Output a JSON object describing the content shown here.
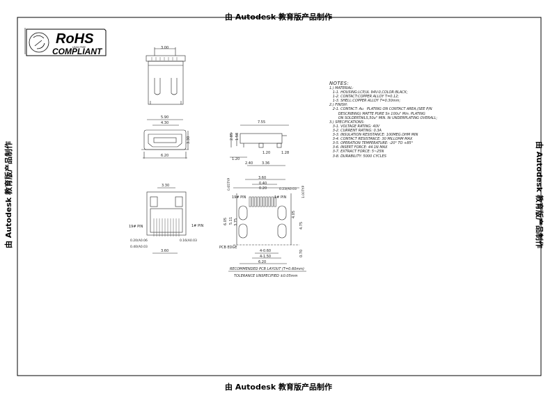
{
  "stamp_text": "由 Autodesk 教育版产品制作",
  "rohs": {
    "main": "RoHS",
    "sub": "COMPLIANT",
    "tiny": "LEAD FREE"
  },
  "dims": {
    "top_width": "3.00",
    "front_outer": "5.90",
    "front_inner": "4.30",
    "front_bottom": "6.20",
    "front_height": "3.30",
    "side_length": "7.55",
    "side_h1": "2.85",
    "side_h2": "1.58",
    "side_left": "1.20",
    "side_mid": "1.20",
    "side_right": "1.28",
    "side_b1": "2.40",
    "side_b2": "3.36",
    "bottom_top": "3.30",
    "pin19": "19# PIN",
    "pin1": "1# PIN",
    "tol1": "0.20(A0.06",
    "tol2": "0.16(A0.03",
    "tol3": "0.40(A0.03",
    "bottom_width": "3.60",
    "pcb_top": "3.60",
    "pcb_040": "0.40",
    "pcb_020": "0.20",
    "pcb_tol": "0.23(A0.03",
    "pcb_left_v": "0.65TYP",
    "pcb_right_v": "1.00TYP",
    "pcb_pin19": "19# PIN",
    "pcb_pin1": "1# PIN",
    "pcb_h1": "6.05",
    "pcb_h2": "5.11",
    "pcb_h3": "3.75",
    "pcb_r1": "4.05",
    "pcb_r2": "4.75",
    "pcb_r3": "0.70",
    "pcb_edge": "PCB EDGE",
    "pcb_b1": "4-0.60",
    "pcb_b2": "4-1.50",
    "pcb_b3": "6.20",
    "pcb_caption": "RECOMMENDED   PCB LAYOUT (T=0.60mm)",
    "pcb_tolerance": "TOLERANCE UNSPECIFIED ±0.05mm"
  },
  "notes": {
    "title": "NOTES:",
    "lines": [
      "1.) MATERIAL:",
      "   1-1. HOUSING:LCP,UL 94V-0,COLOR:BLACK;",
      "   1-2. CONTACT:COPPER ALLOY T=0.12;",
      "   1-3. SHELL:COPPER ALLOY T=0.30mm;",
      "2.) FINISH:",
      "   2-1. CONTACT: Au   PLATING ON CONTACT AREA,(SEE P/N",
      "        DESCRIBING) MATTE PURE Sn 100u\" Min. PLATING",
      "        ON SOLDERTAILS,50u\" MIN. Ni UNDERPLATING OVERALL;",
      "3.) SPECIFICATIONS:",
      "   3-1. VOLTAGE RATING: 40V",
      "   3-2. CURRENT RATING: 0.3A",
      "   3-3. INSULATION RESISTANCE: 100MEG.OHM MIN",
      "   3-4. CONTACT RESISTANCE: 30 MILLOHM MAX",
      "   3-5. OPERATION TEMPERATURE: -20° TO +85°",
      "   3-6. INSERT FORCE: 44.1N MAX",
      "   3-7. EXTRACT FORCE: 5~25N",
      "   3-8. DURABILITY: 5000 CYCLES"
    ]
  }
}
